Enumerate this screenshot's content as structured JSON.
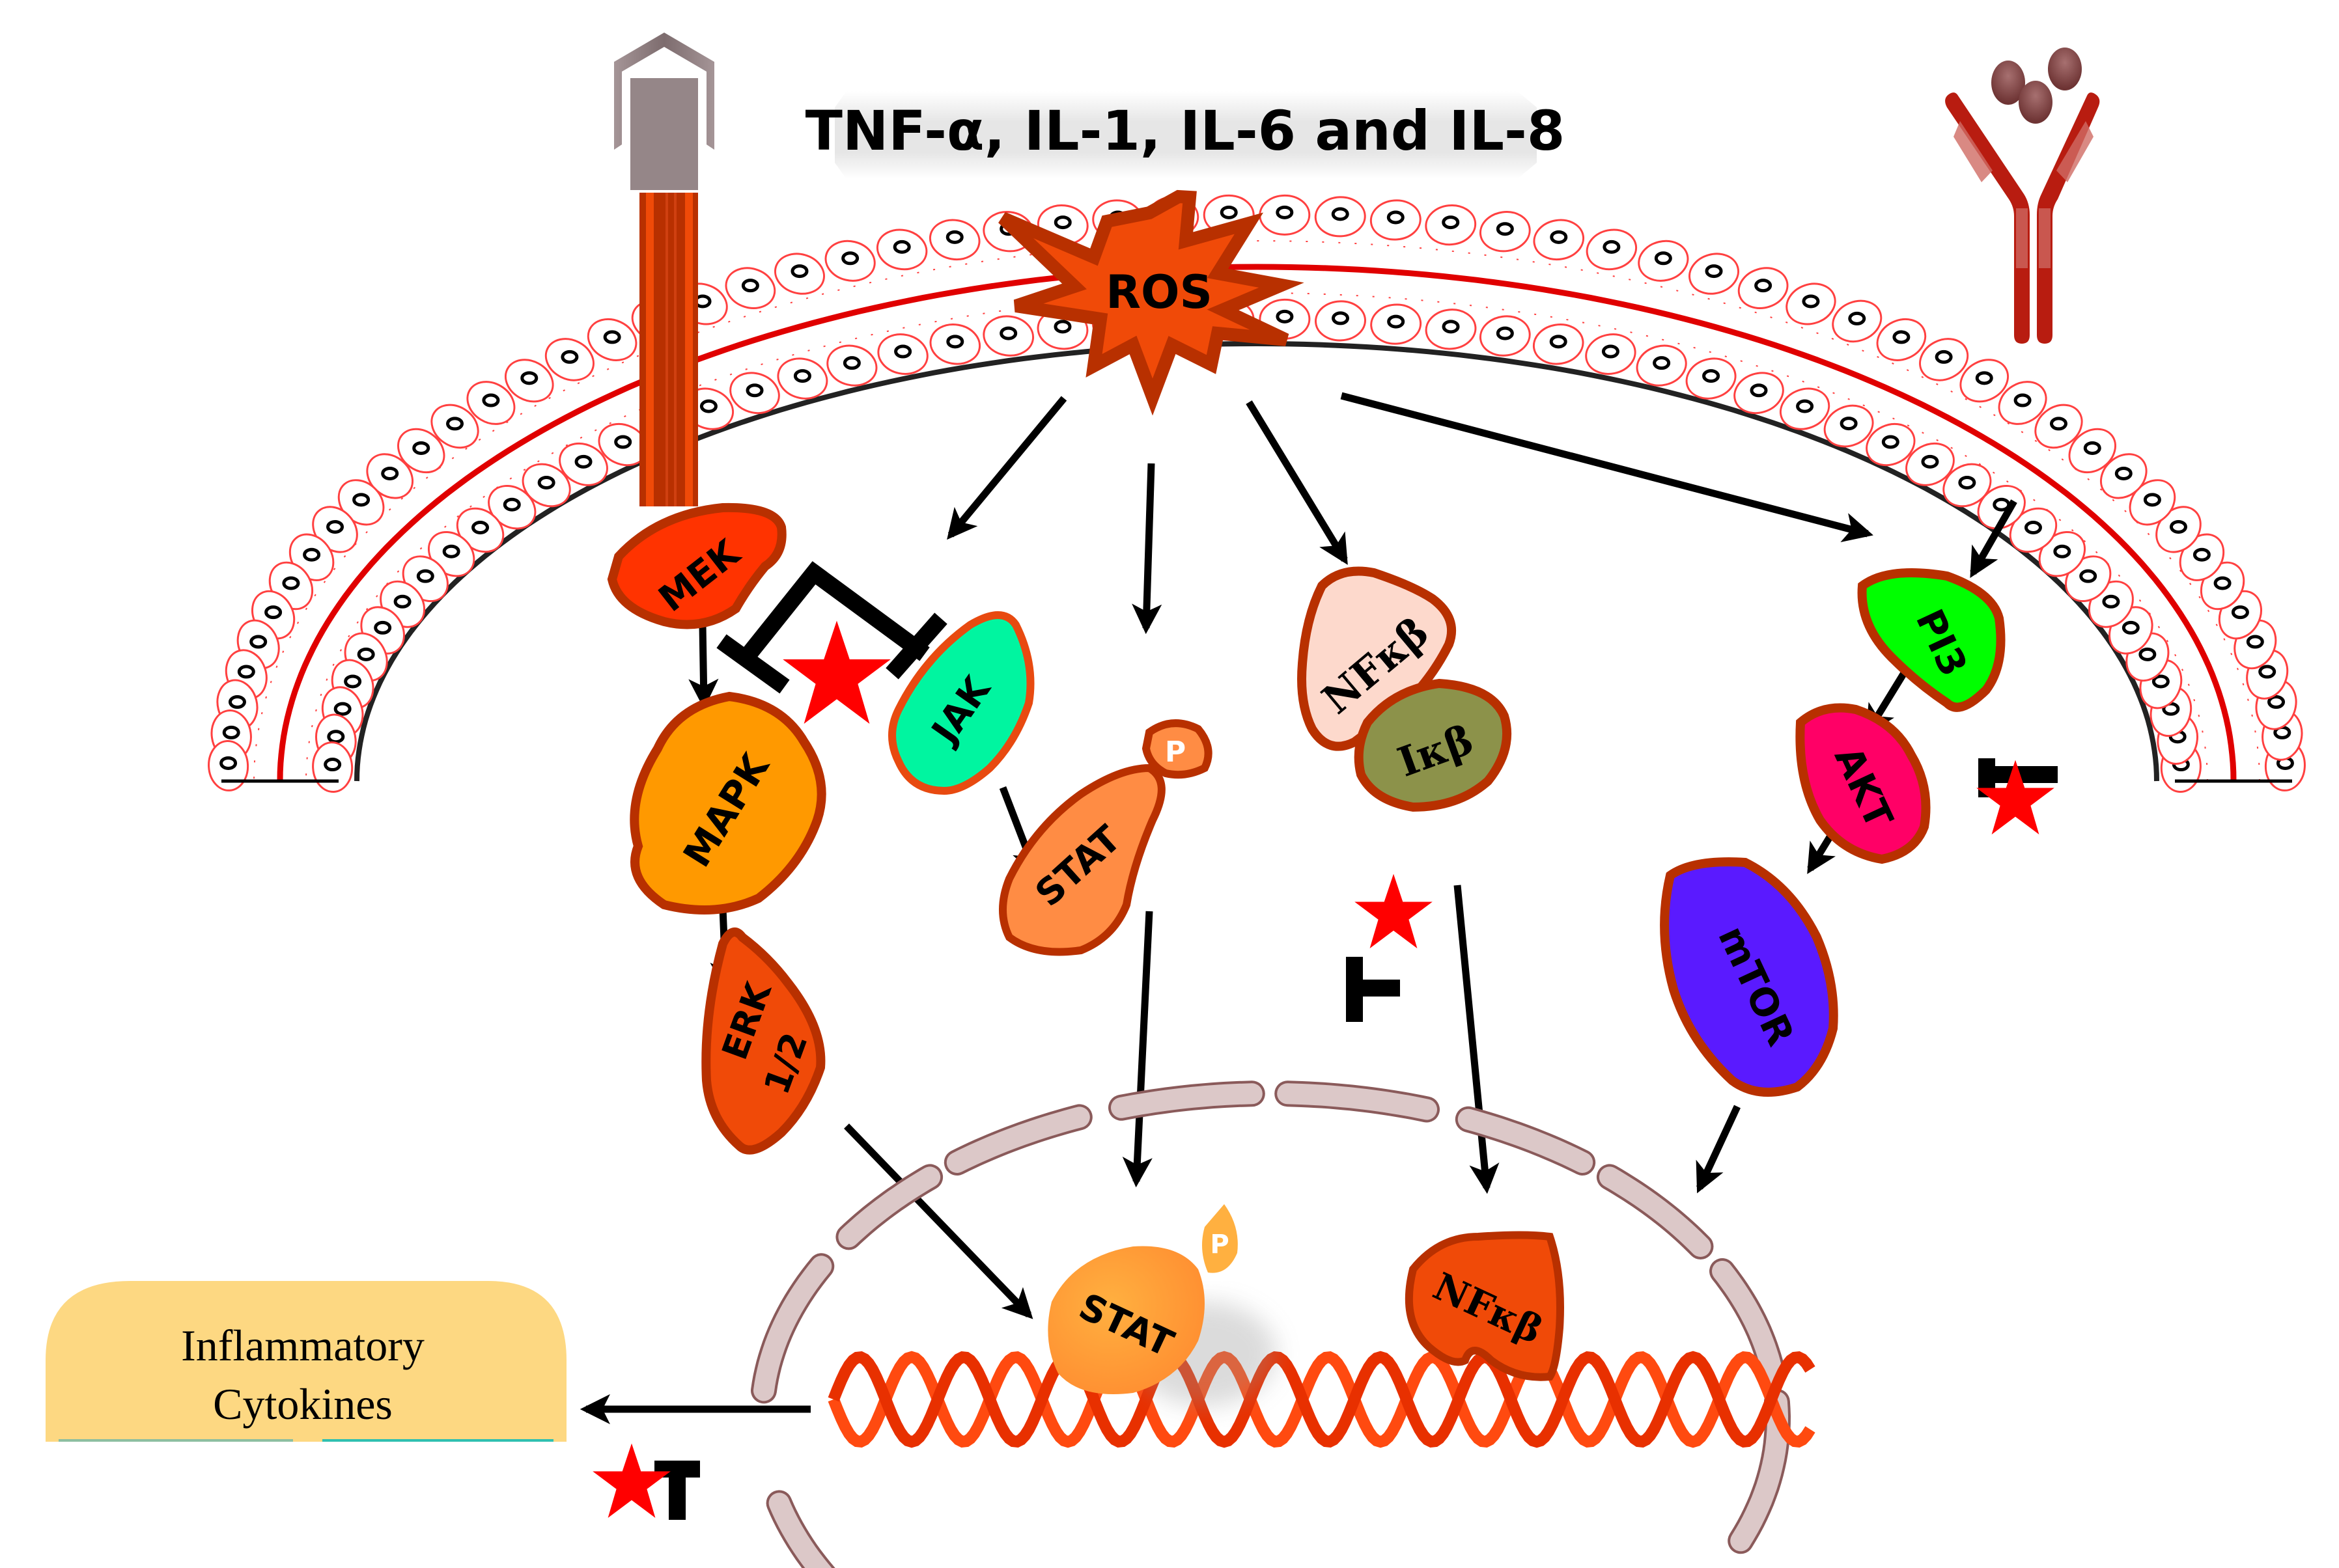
{
  "diagram": {
    "stimulus_label": "TNF-α, IL-1, IL-6 and IL-8",
    "central_node": "ROS",
    "output_box": {
      "line1": "Inflammatory",
      "line2": "Cytokines"
    },
    "nodes": {
      "mek": "MEK",
      "mapk": "MAPK",
      "erk_line1": "ERK",
      "erk_line2": "1/2",
      "jak": "JAK",
      "stat_cyto": "STAT",
      "stat_cyto_p": "P",
      "nfkb_cyto": "NFκβ",
      "ikb": "Iκβ",
      "pi3": "PI3",
      "akt": "AKT",
      "mtor": "mTOR",
      "stat_nuc": "STAT",
      "stat_nuc_p": "P",
      "nfkb_nuc": "NFκβ"
    },
    "colors": {
      "mek": "#ff3300",
      "mapk": "#ff9900",
      "erk": "#f04a08",
      "jak": "#00f5a0",
      "stat": "#ff8c44",
      "nfkb_cyto": "#fdd9cc",
      "ikb": "#8c924a",
      "pi3": "#00ff00",
      "akt": "#ff0066",
      "mtor": "#5a1aff",
      "nfkb_nuc": "#f04a08",
      "outline": "#b03000",
      "membrane_red": "#e00000",
      "inhibitor_star": "#ff0000",
      "cytokine_box": "#fdd882",
      "receptor_gray": "#958688",
      "receptor_red": "#b81c10"
    },
    "pathways": [
      {
        "from": "ROS",
        "to": "JAK",
        "type": "activation"
      },
      {
        "from": "ROS",
        "to": "STAT",
        "type": "activation"
      },
      {
        "from": "ROS",
        "to": "NFκβ",
        "type": "activation"
      },
      {
        "from": "ROS",
        "to": "PI3",
        "type": "activation"
      },
      {
        "from": "MEK",
        "to": "MAPK",
        "type": "activation"
      },
      {
        "from": "MAPK",
        "to": "ERK 1/2",
        "type": "activation"
      },
      {
        "from": "JAK",
        "to": "STAT",
        "type": "activation"
      },
      {
        "from": "PI3",
        "to": "AKT",
        "type": "activation"
      },
      {
        "from": "AKT",
        "to": "mTOR",
        "type": "activation"
      },
      {
        "from": "ERK 1/2",
        "to": "STAT (nucleus)",
        "type": "activation"
      },
      {
        "from": "STAT",
        "to": "STAT (nucleus)",
        "type": "activation"
      },
      {
        "from": "NFκβ",
        "to": "NFκβ (nucleus)",
        "type": "activation"
      },
      {
        "from": "mTOR",
        "to": "nucleus",
        "type": "activation"
      },
      {
        "from": "DNA",
        "to": "Inflammatory Cytokines",
        "type": "activation"
      }
    ],
    "inhibition_sites": [
      "MAPK/JAK",
      "AKT",
      "NFκβ translocation",
      "Inflammatory Cytokines"
    ]
  }
}
